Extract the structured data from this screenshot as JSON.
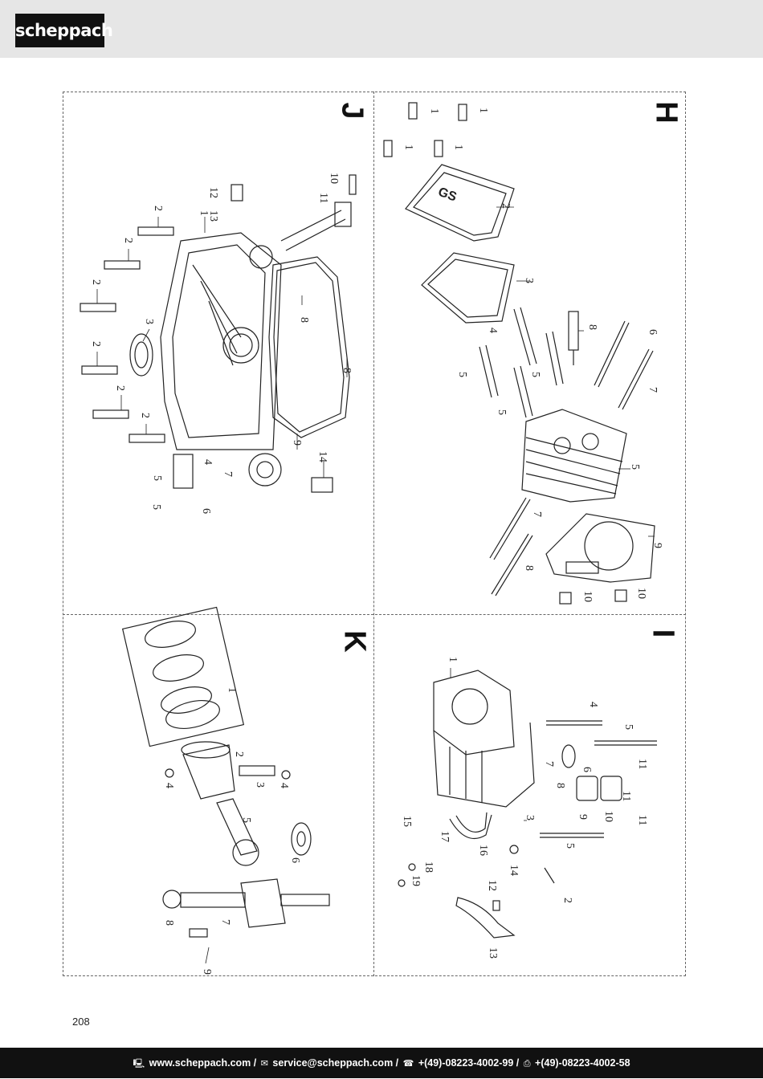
{
  "header": {
    "brand": "scheppach"
  },
  "sections": [
    {
      "letter": "J"
    },
    {
      "letter": "H"
    },
    {
      "letter": "K"
    },
    {
      "letter": "I"
    }
  ],
  "page_number": "208",
  "footer": {
    "web": "www.scheppach.com /",
    "mail": "service@scheppach.com /",
    "phone": "+(49)-08223-4002-99 /",
    "fax": "+(49)-08223-4002-58",
    "icons": [
      "computer-icon",
      "mail-icon",
      "phone-icon",
      "fax-icon"
    ]
  },
  "callouts": {
    "J": [
      "1",
      "2",
      "2",
      "2",
      "2",
      "2",
      "2",
      "3",
      "4",
      "5",
      "5",
      "6",
      "7",
      "8",
      "8",
      "9",
      "10",
      "11",
      "12",
      "13",
      "14"
    ],
    "H": [
      "1",
      "1",
      "1",
      "1",
      "2",
      "3",
      "4",
      "5",
      "5",
      "5",
      "5",
      "6",
      "7",
      "7",
      "8",
      "8",
      "9",
      "10",
      "10"
    ],
    "K": [
      "1",
      "2",
      "3",
      "4",
      "4",
      "5",
      "6",
      "7",
      "8",
      "9"
    ],
    "I": [
      "1",
      "2",
      "3",
      "4",
      "5",
      "5",
      "6",
      "7",
      "8",
      "9",
      "10",
      "11",
      "11",
      "11",
      "12",
      "13",
      "14",
      "15",
      "16",
      "17",
      "18",
      "19"
    ]
  }
}
